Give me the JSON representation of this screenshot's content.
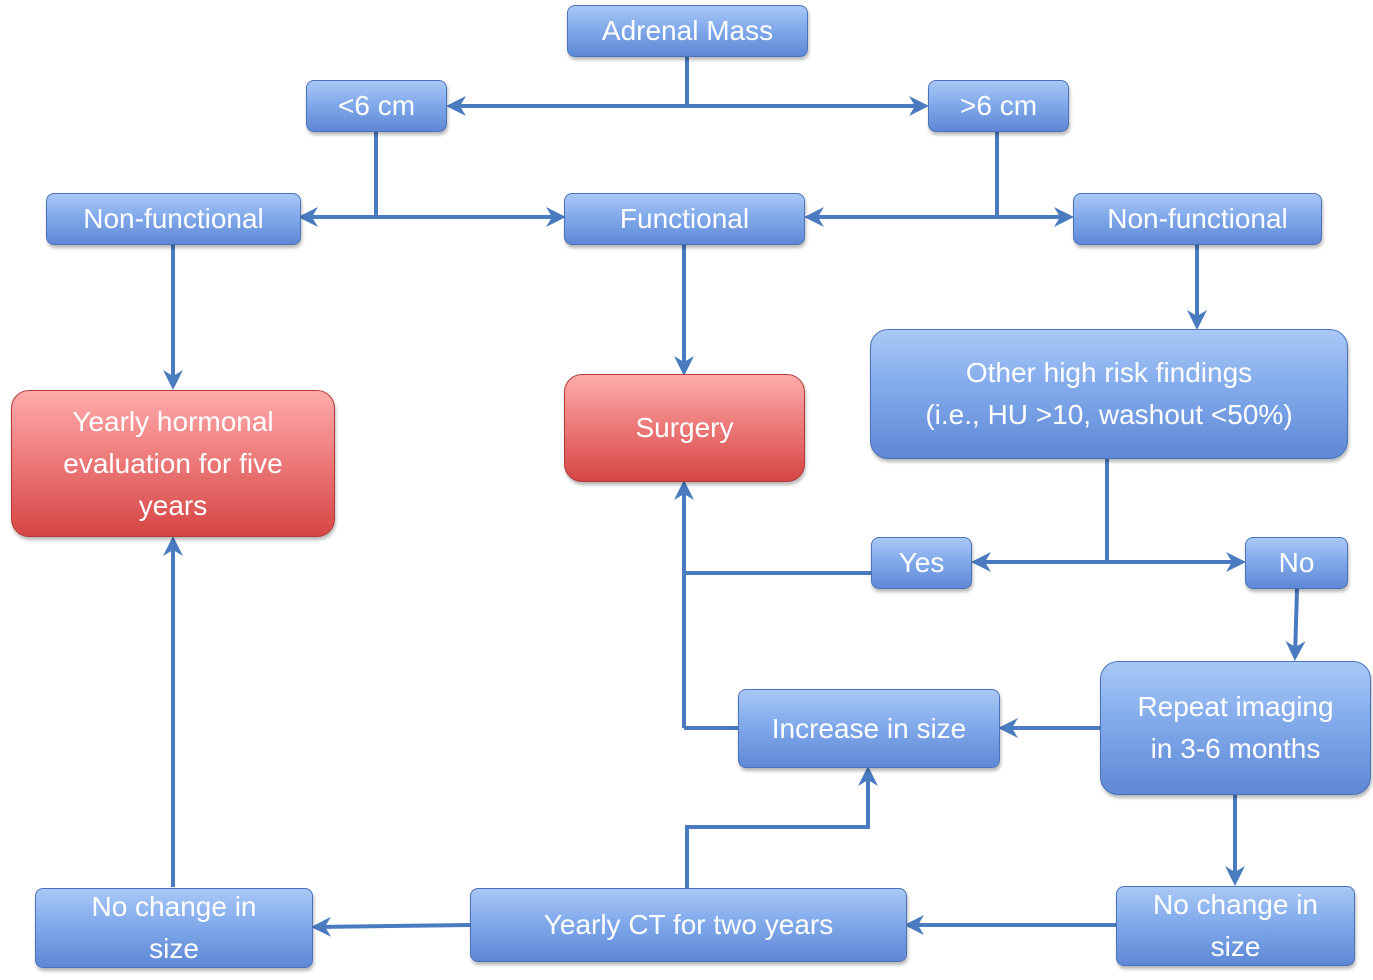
{
  "nodes": {
    "adrenal_mass": "Adrenal Mass",
    "lt6": "<6 cm",
    "gt6": ">6 cm",
    "nonfunc_left": "Non-functional",
    "functional": "Functional",
    "nonfunc_right": "Non-functional",
    "yearly_hormonal": "Yearly hormonal\nevaluation for five\nyears",
    "surgery": "Surgery",
    "high_risk": "Other high risk findings\n(i.e., HU >10, washout <50%)",
    "yes": "Yes",
    "no": "No",
    "repeat_imaging": "Repeat imaging\nin 3-6 months",
    "increase_size": "Increase in size",
    "no_change_right": "No change in\nsize",
    "yearly_ct": "Yearly CT for two years",
    "no_change_left": "No change in\nsize"
  },
  "colors": {
    "connector": "#4a7bc0",
    "node_blue": "#82aaeb",
    "node_red": "#e06464"
  }
}
